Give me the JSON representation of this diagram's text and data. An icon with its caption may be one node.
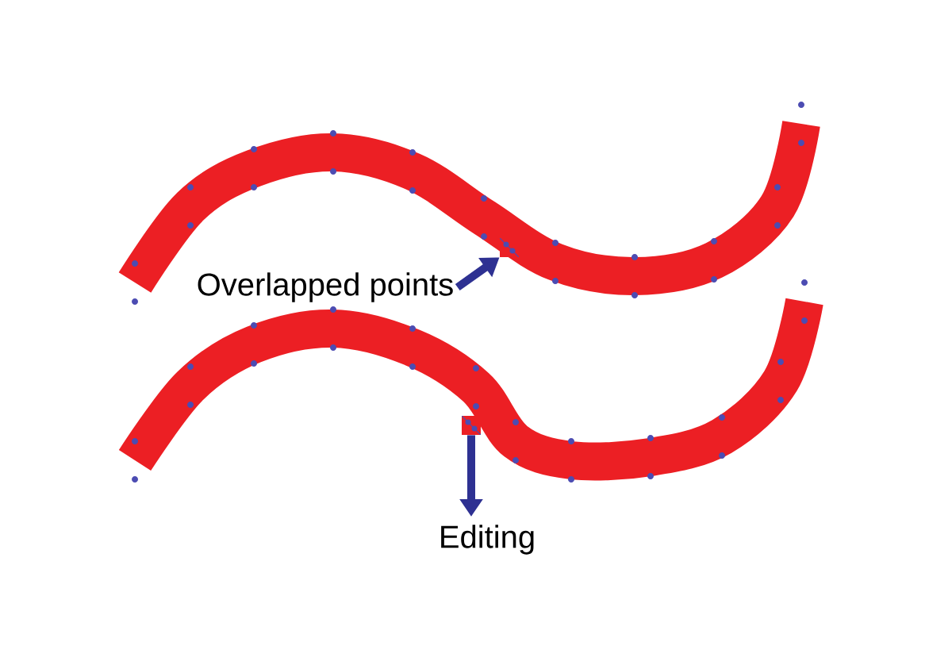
{
  "diagram": {
    "nodes": [
      {
        "text": [],
        "shape": "picture"
      },
      {
        "text": [
          "Overlapped points"
        ]
      },
      {
        "text": [],
        "shape": "picture"
      },
      {
        "text": [
          "Editing"
        ]
      }
    ],
    "edges": [
      {
        "from": 1,
        "to": 0,
        "arrow": "to"
      },
      {
        "from": 2,
        "to": 3,
        "arrow": "to"
      }
    ]
  }
}
